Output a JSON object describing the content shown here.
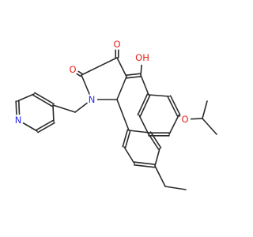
{
  "diagram": {
    "type": "chemical-structure",
    "atom_labels": {
      "o_ketone": "O",
      "o_lactam": "O",
      "oh_hydroxyl": "OH",
      "n_pyrrolidinone": "N",
      "n_pyridine": "N",
      "o_ether": "O"
    },
    "colors": {
      "bond": "#2b2b2b",
      "oxygen": "#e8221a",
      "nitrogen": "#2a2aee",
      "background": "#ffffff"
    }
  }
}
